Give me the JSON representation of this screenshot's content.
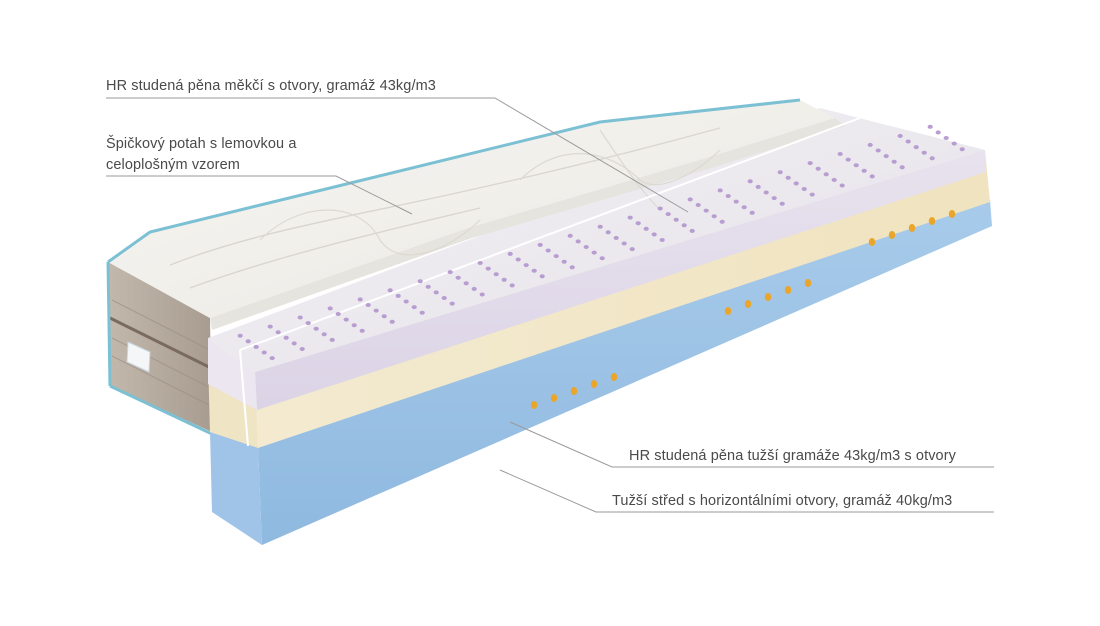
{
  "callouts": {
    "top_layer": "HR studená pěna měkčí s otvory, gramáž 43kg/m3",
    "cover_line1": "Špičkový potah s lemovkou a",
    "cover_line2": "celoplošným vzorem",
    "middle_layer": "HR studená pěna tužší gramáže 43kg/m3 s otvory",
    "core": "Tužší střed s horizontálními otvory, gramáž 40kg/m3"
  },
  "colors": {
    "top_foam": "#ece8f0",
    "top_foam_side": "#e0d8ea",
    "top_foam_holes": "#b89ed0",
    "cream_foam": "#f2e7c8",
    "cream_holes": "#e9a62b",
    "blue_foam": "#9cc3e6",
    "cover_fabric": "#f4f3ee",
    "cover_piping": "#7cc0d4",
    "cover_side": "#b7aca0",
    "leader_line": "#9a9a9a",
    "label_text": "#4a4a4a"
  }
}
